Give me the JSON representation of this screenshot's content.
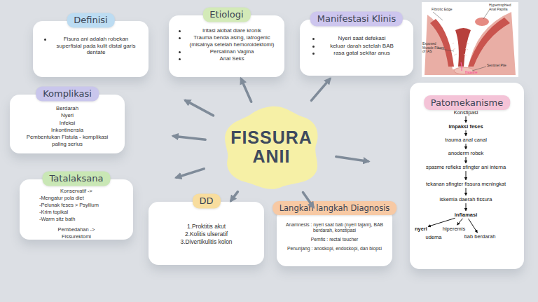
{
  "diagram": {
    "nodes": [
      {
        "text": [
          "Definisi",
          "Fisura ani adalah robekan superfisial pada kulit distal garis dentate"
        ]
      },
      {
        "text": [
          "Etiologi",
          "Iritasi akibat diare kronik",
          "Trauma benda asing, iatrogenic (misalnya setelah hemoroidektomi)",
          "Persalinan Vagina",
          "Anal Seks"
        ]
      },
      {
        "text": [
          "Manifestasi Klinis",
          "Nyeri saat defekasi",
          "keluar darah setelah BAB",
          "rasa gatal sekitar anus"
        ]
      },
      {
        "text": [
          "Komplikasi",
          "Berdarah",
          "Nyeri",
          "Infeksi",
          "Inkontinensia",
          "Pembentukan Fistula - komplikasi paling serius"
        ]
      },
      {
        "text": [
          "FISSURA ANII"
        ]
      },
      {
        "text": [
          "Patomekanisme"
        ]
      },
      {
        "text": [
          "Konstipasi"
        ],
        "in": 5
      },
      {
        "text": [
          "Impaksi feses"
        ],
        "in": 5
      },
      {
        "text": [
          "trauma anal canal"
        ],
        "in": 5
      },
      {
        "text": [
          "anoderm robek"
        ],
        "in": 5
      },
      {
        "text": [
          "spasme refleks sfingter ani interna"
        ],
        "in": 5
      },
      {
        "text": [
          "tekanan sfingter fissura meningkat"
        ],
        "in": 5
      },
      {
        "text": [
          "iskemia daerah fissura"
        ],
        "in": 5
      },
      {
        "text": [
          "inflamasi"
        ],
        "in": 5
      },
      {
        "text": [
          "nyeri"
        ],
        "in": 5
      },
      {
        "text": [
          "hiperemis"
        ],
        "in": 5
      },
      {
        "text": [
          "udema"
        ],
        "in": 5
      },
      {
        "text": [
          "bab berdarah"
        ],
        "in": 5
      },
      {
        "text": [
          "Tatalaksana",
          "Konservatif ->",
          "-Mengatur pola diet",
          "-Pelunak feses > Psyllium",
          "-Krim topikal",
          "-Warm sitz bath",
          "Pembedahan ->",
          "Fissurektomi"
        ]
      },
      {
        "text": [
          "DD",
          "1.Proktitis akut",
          "2.Kolitis ulseratif",
          "3.Divertikulitis kolon"
        ]
      },
      {
        "text": [
          "Langkah langkah Diagnosis",
          "Anamnesis : nyeri saat bab (nyeri tajam), BAB berdarah, konstipasi",
          "Pemfis : rectal toucher",
          "Penunjang : anoskopi, endoskopi, dan biopsi"
        ]
      }
    ],
    "edges": [
      {
        "from": 4,
        "to": 0,
        "arrow": "to"
      },
      {
        "from": 4,
        "to": 1,
        "arrow": "to"
      },
      {
        "from": 4,
        "to": 2,
        "arrow": "to"
      },
      {
        "from": 4,
        "to": 3,
        "arrow": "to"
      },
      {
        "from": 4,
        "to": 5,
        "arrow": "to"
      },
      {
        "from": 4,
        "to": 18,
        "arrow": "to"
      },
      {
        "from": 4,
        "to": 19,
        "arrow": "to"
      },
      {
        "from": 4,
        "to": 20,
        "arrow": "to"
      },
      {
        "from": 6,
        "to": 7,
        "arrow": "to"
      },
      {
        "from": 7,
        "to": 8,
        "arrow": "to"
      },
      {
        "from": 8,
        "to": 9,
        "arrow": "to"
      },
      {
        "from": 9,
        "to": 10,
        "arrow": "to"
      },
      {
        "from": 10,
        "to": 11,
        "arrow": "to"
      },
      {
        "from": 11,
        "to": 12,
        "arrow": "to"
      },
      {
        "from": 12,
        "to": 13,
        "arrow": "to"
      },
      {
        "from": 13,
        "to": 14,
        "arrow": "to"
      },
      {
        "from": 13,
        "to": 15,
        "arrow": "to"
      },
      {
        "from": 13,
        "to": 17,
        "arrow": "to"
      }
    ],
    "labels": [
      "Fibrotic Edge",
      "Hypertrophied Anal Papilla",
      "Exposed Muscle Fibers of IAS",
      "fissure",
      "Sentinel Pile"
    ]
  }
}
